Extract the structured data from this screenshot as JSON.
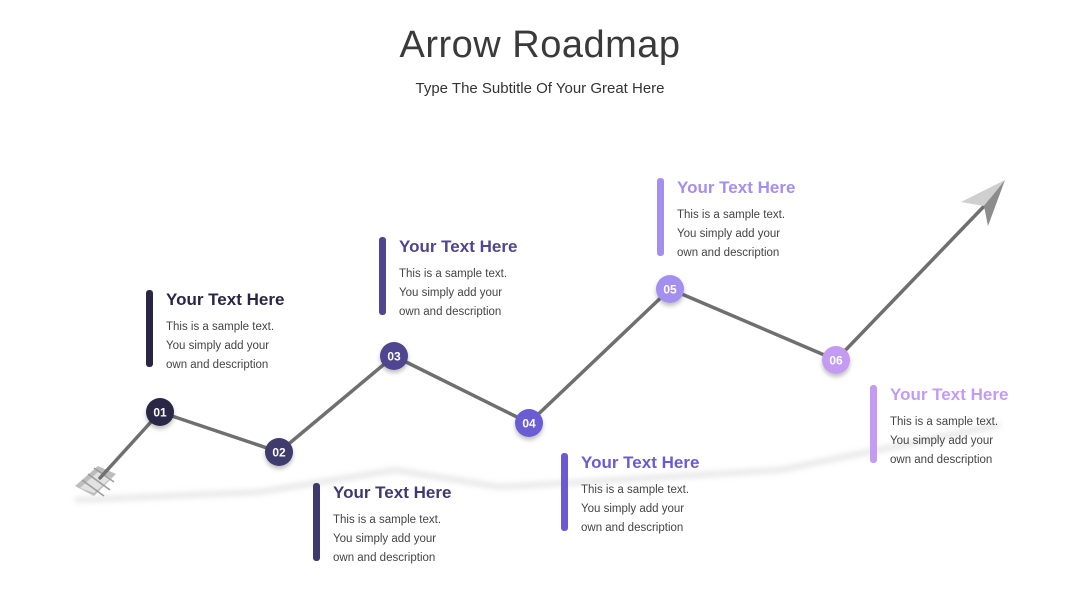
{
  "header": {
    "title": "Arrow Roadmap",
    "subtitle": "Type The Subtitle Of Your Great Here"
  },
  "milestones": [
    {
      "label": "01",
      "color": "#2b2545"
    },
    {
      "label": "02",
      "color": "#3f3a6d"
    },
    {
      "label": "03",
      "color": "#4f4590"
    },
    {
      "label": "04",
      "color": "#6b5bd3"
    },
    {
      "label": "05",
      "color": "#a48ef0"
    },
    {
      "label": "06",
      "color": "#c39bf2"
    }
  ],
  "cards": [
    {
      "heading": "Your Text Here",
      "body": "This is a sample text. You simply add your own and description",
      "color": "#2b2545"
    },
    {
      "heading": "Your Text Here",
      "body": "This is a sample text. You simply add your own and description",
      "color": "#3f3a6d"
    },
    {
      "heading": "Your Text Here",
      "body": "This is a sample text. You simply add your own and description",
      "color": "#4f4590"
    },
    {
      "heading": "Your Text Here",
      "body": "This is a sample text. You simply add your own and description",
      "color": "#6b5bd3"
    },
    {
      "heading": "Your Text Here",
      "body": "This is a sample text. You simply add your own and description",
      "color": "#a48ef0"
    },
    {
      "heading": "Your Text Here",
      "body": "This is a sample text. You simply add your own and description",
      "color": "#c39bf2"
    }
  ],
  "line_color": "#6f6f6f"
}
